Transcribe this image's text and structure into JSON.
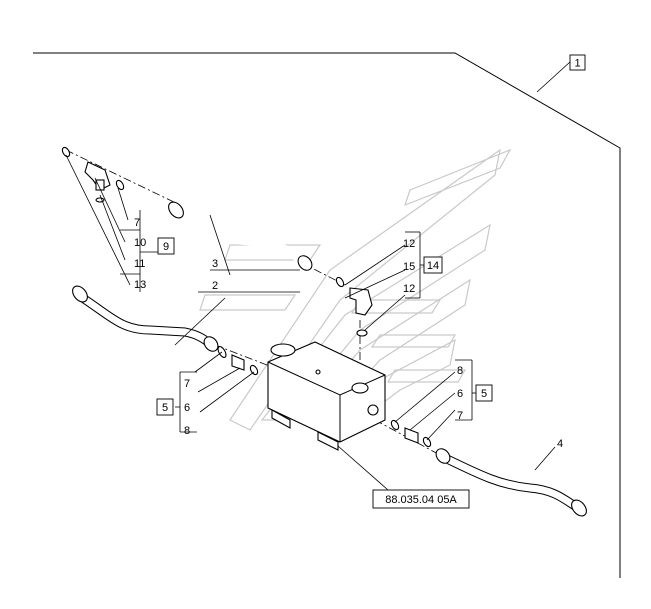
{
  "diagram": {
    "reference_code": "88.035.04 05A",
    "callouts": {
      "c1": "1",
      "c2": "2",
      "c3": "3",
      "c4": "4",
      "c5_left": "5",
      "c5_right": "5",
      "c6_left": "6",
      "c6_right": "6",
      "c7_top": "7",
      "c7_left": "7",
      "c7_right": "7",
      "c8_left": "8",
      "c8_top_right": "8",
      "c9": "9",
      "c10": "10",
      "c11": "11",
      "c12_top": "12",
      "c12_bottom": "12",
      "c13": "13",
      "c14": "14",
      "c15": "15"
    }
  }
}
